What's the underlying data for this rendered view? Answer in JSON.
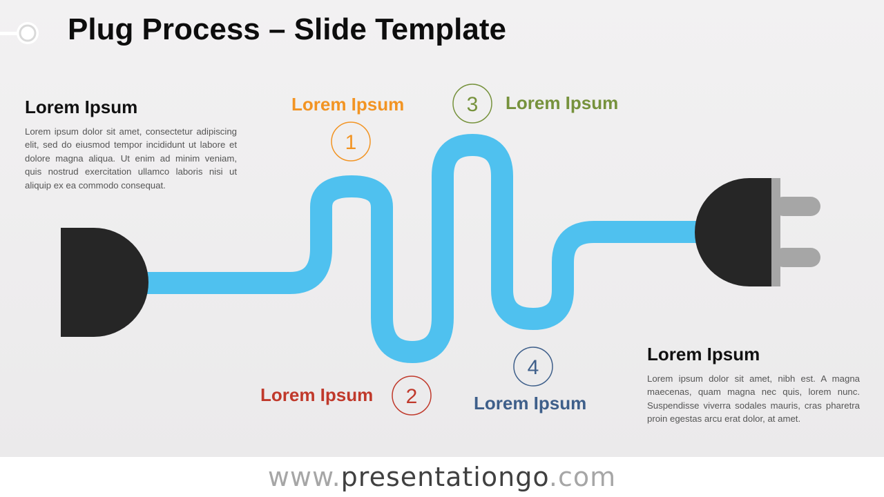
{
  "title": "Plug Process – Slide Template",
  "colors": {
    "cable": "#4fc1ef",
    "plug_body": "#262626",
    "prongs": "#a6a6a6",
    "step1": "#f29423",
    "step2": "#c0392b",
    "step3": "#76923c",
    "step4": "#3e5f8a"
  },
  "left_block": {
    "heading": "Lorem Ipsum",
    "body": "Lorem ipsum dolor sit amet, consectetur adipiscing elit, sed do eiusmod tempor incididunt ut labore et dolore magna aliqua. Ut enim ad minim veniam, quis nostrud exercitation ullamco laboris nisi ut aliquip ex ea commodo consequat."
  },
  "right_block": {
    "heading": "Lorem Ipsum",
    "body": "Lorem ipsum dolor sit amet, nibh est. A magna maecenas, quam magna nec quis, lorem nunc. Suspendisse viverra sodales mauris, cras pharetra proin egestas arcu erat dolor, at amet."
  },
  "steps": [
    {
      "number": "1",
      "label": "Lorem Ipsum"
    },
    {
      "number": "2",
      "label": "Lorem Ipsum"
    },
    {
      "number": "3",
      "label": "Lorem Ipsum"
    },
    {
      "number": "4",
      "label": "Lorem Ipsum"
    }
  ],
  "footer": {
    "prefix": "www.",
    "brand": "presentationgo",
    "suffix": ".com"
  }
}
